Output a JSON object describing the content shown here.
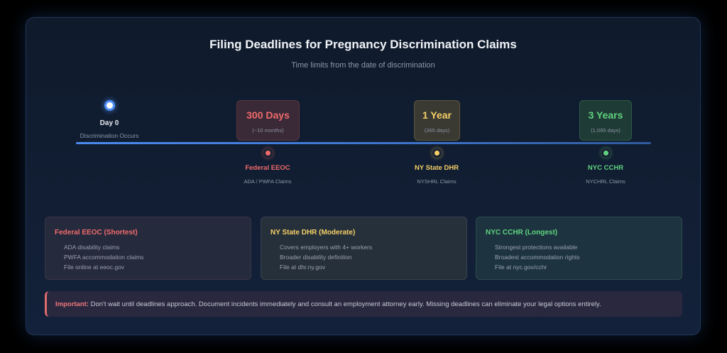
{
  "header": {
    "title": "Filing Deadlines for Pregnancy Discrimination Claims",
    "subtitle": "Time limits from the date of discrimination"
  },
  "timeline": {
    "start": {
      "label": "Day 0",
      "sublabel": "Discrimination Occurs",
      "color": "#4f8ef7"
    },
    "markers": [
      {
        "duration": "300 Days",
        "detail": "(~10 months)",
        "agency": "Federal EEOC",
        "claims": "ADA / PWFA Claims",
        "color": "#ef6b6b"
      },
      {
        "duration": "1 Year",
        "detail": "(365 days)",
        "agency": "NY State DHR",
        "claims": "NYSHRL Claims",
        "color": "#f5cf66"
      },
      {
        "duration": "3 Years",
        "detail": "(1,095 days)",
        "agency": "NYC CCHR",
        "claims": "NYCHRL Claims",
        "color": "#5fd37e"
      }
    ]
  },
  "cards": [
    {
      "title": "Federal EEOC (Shortest)",
      "items": [
        "ADA disability claims",
        "PWFA accommodation claims",
        "File online at eeoc.gov"
      ]
    },
    {
      "title": "NY State DHR (Moderate)",
      "items": [
        "Covers employers with 4+ workers",
        "Broader disability definition",
        "File at dhr.ny.gov"
      ]
    },
    {
      "title": "NYC CCHR (Longest)",
      "items": [
        "Strongest protections available",
        "Broadest accommodation rights",
        "File at nyc.gov/cchr"
      ]
    }
  ],
  "notice": {
    "label": "Important:",
    "text": " Don't wait until deadlines approach. Document incidents immediately and consult an employment attorney early. Missing deadlines can eliminate your legal options entirely."
  }
}
